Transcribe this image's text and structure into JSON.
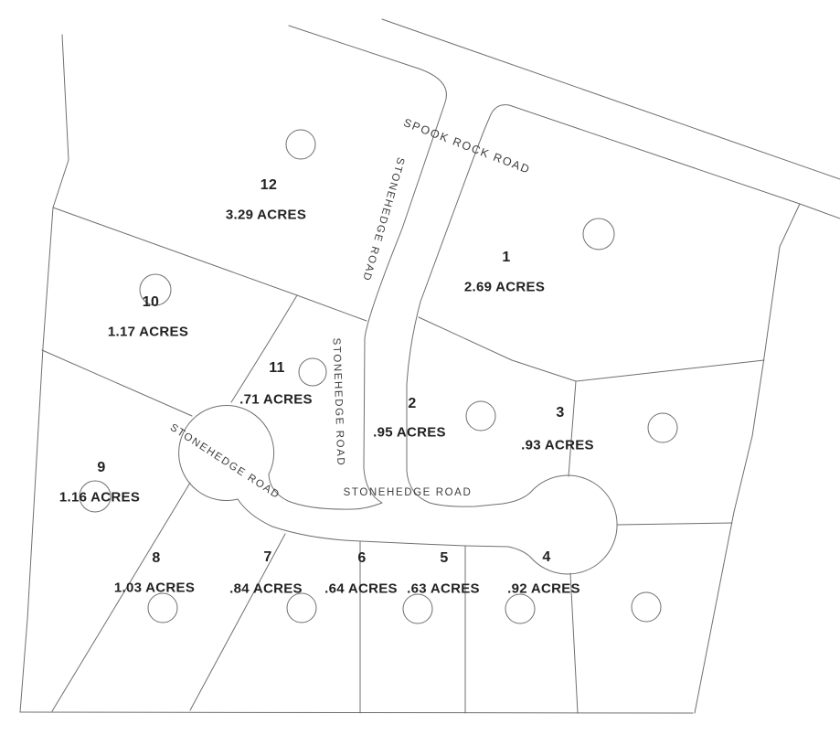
{
  "map": {
    "title": "Subdivision plat map",
    "background_color": "#ffffff",
    "line_color": "#6f6f6f",
    "lot_text_color": "#222222",
    "road_text_color": "#3d3d3d",
    "marker_shape": "circle"
  },
  "road_labels": [
    {
      "text": "SPOOK ROCK ROAD"
    },
    {
      "text": "STONEHEDGE ROAD"
    },
    {
      "text": "STONEHEDGE ROAD"
    },
    {
      "text": "STONEHEDGE ROAD"
    },
    {
      "text": "STONEHEDGE ROAD"
    }
  ],
  "lots": [
    {
      "number": "1",
      "acreage": "2.69 ACRES"
    },
    {
      "number": "2",
      "acreage": ".95 ACRES"
    },
    {
      "number": "3",
      "acreage": ".93 ACRES"
    },
    {
      "number": "4",
      "acreage": ".92 ACRES"
    },
    {
      "number": "5",
      "acreage": ".63 ACRES"
    },
    {
      "number": "6",
      "acreage": ".64 ACRES"
    },
    {
      "number": "7",
      "acreage": ".84 ACRES"
    },
    {
      "number": "8",
      "acreage": "1.03 ACRES"
    },
    {
      "number": "9",
      "acreage": "1.16 ACRES"
    },
    {
      "number": "10",
      "acreage": "1.17 ACRES"
    },
    {
      "number": "11",
      "acreage": ".71 ACRES"
    },
    {
      "number": "12",
      "acreage": "3.29 ACRES"
    }
  ]
}
